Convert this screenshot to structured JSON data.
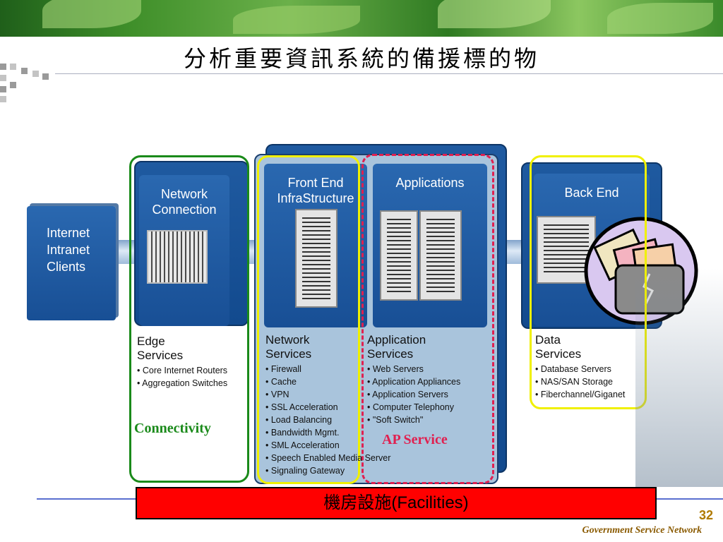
{
  "slide": {
    "title": "分析重要資訊系統的備援標的物",
    "page_number": "32",
    "footer": "Government Service Network"
  },
  "diagram": {
    "internet_box": "Internet\nIntranet\nClients",
    "network_connection": "Network\nConnection",
    "front_end": "Front End\nInfraStructure",
    "applications": "Applications",
    "back_end": "Back End",
    "edge": {
      "heading": "Edge\nServices",
      "items": [
        "Core Internet  Routers",
        "Aggregation  Switches"
      ]
    },
    "network_services": {
      "heading": "Network\nServices",
      "items": [
        "Firewall",
        "Cache",
        "VPN",
        "SSL Acceleration",
        "Load Balancing",
        "Bandwidth Mgmt.",
        "SML Acceleration",
        "Speech Enabled Media Server",
        "Signaling Gateway"
      ]
    },
    "application_services": {
      "heading": "Application\nServices",
      "items": [
        "Web Servers",
        "Application Appliances",
        "Application Servers",
        "Computer Telephony",
        "\"Soft Switch\""
      ]
    },
    "data_services": {
      "heading": "Data\nServices",
      "items": [
        "Database Servers",
        "NAS/SAN Storage",
        "Fiberchannel/Giganet"
      ]
    },
    "connectivity_tag": "Connectivity",
    "ap_service_tag": "AP Service",
    "facilities": "機房設施(Facilities)"
  },
  "colors": {
    "connectivity_outline": "#1a8a1a",
    "yellow_outline": "#f0f000",
    "ap_outline": "#e02050",
    "facilities_bg": "#ff0000"
  }
}
